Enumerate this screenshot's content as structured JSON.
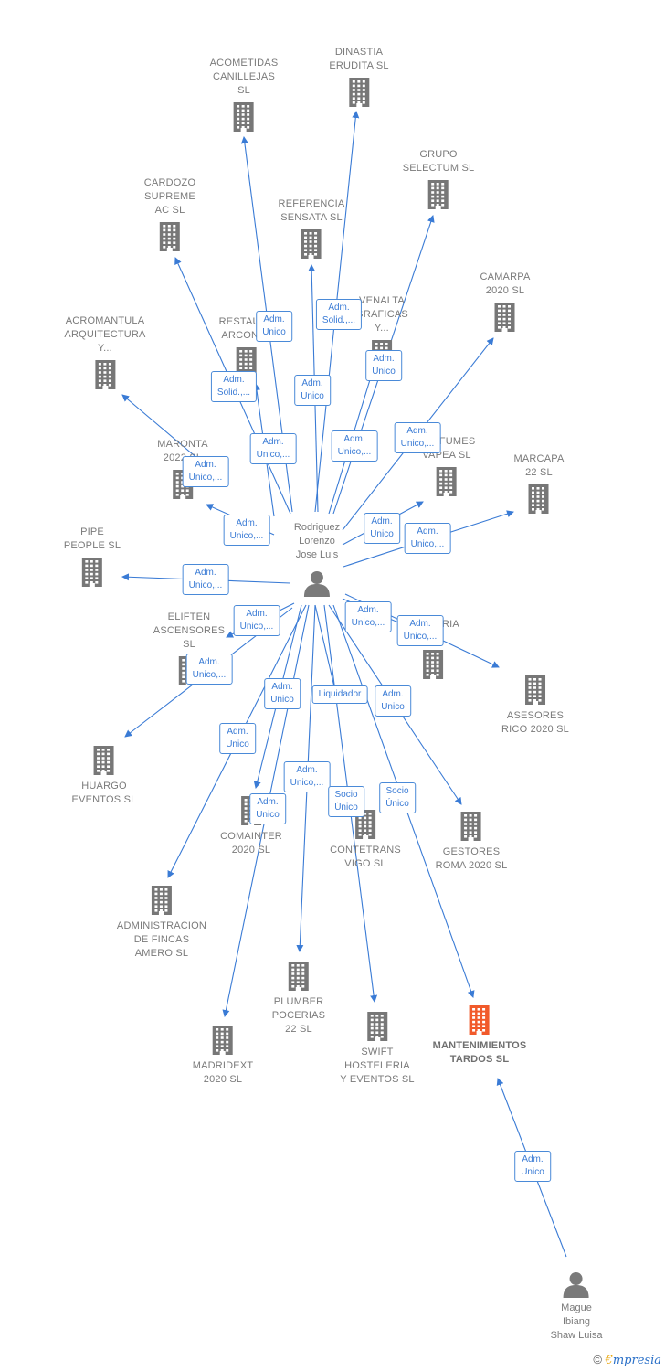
{
  "center": {
    "label": "Rodriguez\nLorenzo\nJose Luis",
    "icon": "person-icon"
  },
  "person2": {
    "label": "Mague\nIbiang\nShaw Luisa",
    "icon": "person-icon"
  },
  "colors": {
    "edge": "#3a7bd5",
    "building": "#777777",
    "highlight": "#f15a2b"
  },
  "companies": [
    {
      "id": "acometidas",
      "label": "ACOMETIDAS\nCANILLEJAS\nSL"
    },
    {
      "id": "dinastia",
      "label": "DINASTIA\nERUDITA  SL"
    },
    {
      "id": "grupo",
      "label": "GRUPO\nSELECTUM  SL"
    },
    {
      "id": "cardozo",
      "label": "CARDOZO\nSUPREME\nAC  SL"
    },
    {
      "id": "referencia",
      "label": "REFERENCIA\nSENSATA  SL"
    },
    {
      "id": "camarpa",
      "label": "CAMARPA\n2020  SL"
    },
    {
      "id": "acromantula",
      "label": "ACROMANTULA\nARQUITECTURA\nY..."
    },
    {
      "id": "restaura",
      "label": "RESTAURA\nARCONTE"
    },
    {
      "id": "venalta",
      "label": "VENALTA\nGRAFICAS\nY..."
    },
    {
      "id": "maronta",
      "label": "MARONTA\n2022  SL"
    },
    {
      "id": "perfumes",
      "label": "PERFUMES\nVAPEA  SL"
    },
    {
      "id": "marcapa",
      "label": "MARCAPA\n22  SL"
    },
    {
      "id": "pipe",
      "label": "PIPE\nPEOPLE  SL"
    },
    {
      "id": "eliften",
      "label": "ELIFTEN\nASCENSORES\nSL"
    },
    {
      "id": "asesoria",
      "label": "ASESORIA\nSL"
    },
    {
      "id": "asesores",
      "label": "ASESORES\nRICO 2020  SL"
    },
    {
      "id": "huargo",
      "label": "HUARGO\nEVENTOS  SL"
    },
    {
      "id": "comainter",
      "label": "COMAINTER\n2020  SL"
    },
    {
      "id": "contetrans",
      "label": "CONTETRANS\nVIGO SL"
    },
    {
      "id": "gestores",
      "label": "GESTORES\nROMA 2020  SL"
    },
    {
      "id": "administracion",
      "label": "ADMINISTRACION\nDE FINCAS\nAMERO  SL"
    },
    {
      "id": "plumber",
      "label": "PLUMBER\nPOCERIAS\n22  SL"
    },
    {
      "id": "madridext",
      "label": "MADRIDEXT\n2020  SL"
    },
    {
      "id": "swift",
      "label": "SWIFT\nHOSTELERIA\nY EVENTOS  SL"
    },
    {
      "id": "mantenimientos",
      "label": "MANTENIMIENTOS\nTARDOS  SL",
      "highlight": true
    }
  ],
  "edge_labels": [
    "Adm.\nUnico",
    "Adm.\nSolid.,...",
    "Adm.\nUnico",
    "Adm.\nSolid.,...",
    "Adm.\nUnico",
    "Adm.\nUnico,...",
    "Adm.\nUnico,...",
    "Adm.\nUnico,...",
    "Adm.\nUnico,...",
    "Adm.\nUnico,...",
    "Adm.\nUnico",
    "Adm.\nUnico,...",
    "Adm.\nUnico,...",
    "Adm.\nUnico,...",
    "Adm.\nUnico,...",
    "Adm.\nUnico,...",
    "Adm.\nUnico,...",
    "Adm.\nUnico",
    "Liquidador",
    "Adm.\nUnico",
    "Adm.\nUnico",
    "Adm.\nUnico,...",
    "Adm.\nUnico",
    "Socio\nÚnico",
    "Socio\nÚnico",
    "Adm.\nUnico"
  ],
  "footer": {
    "copyright": "©",
    "brand_initial": "€",
    "brand_rest": "mpresia"
  }
}
